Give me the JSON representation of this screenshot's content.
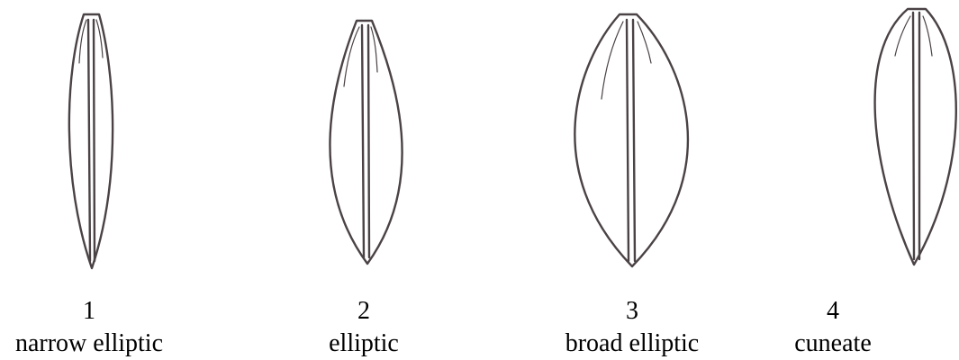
{
  "figure": {
    "stroke_color": "#4a4245",
    "items": [
      {
        "number": "1",
        "label": "narrow elliptic"
      },
      {
        "number": "2",
        "label": "elliptic"
      },
      {
        "number": "3",
        "label": "broad elliptic"
      },
      {
        "number": "4",
        "label": "cuneate"
      }
    ]
  }
}
